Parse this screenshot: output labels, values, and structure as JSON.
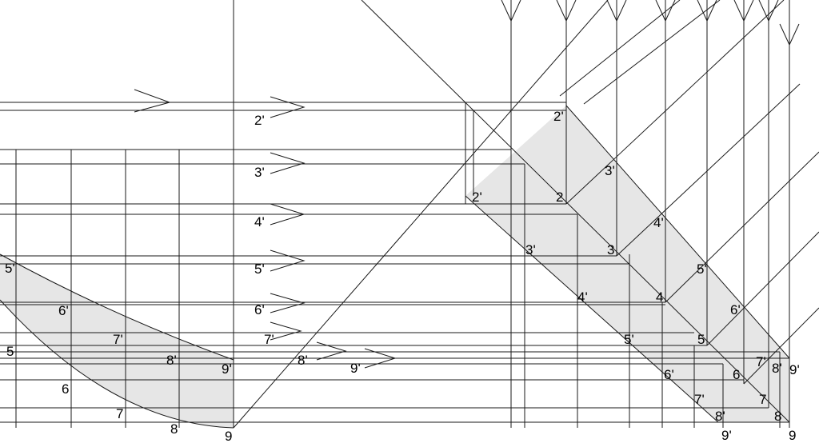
{
  "colors": {
    "line": "#1a1a1a",
    "shade": "#e6e6e6",
    "background": "#ffffff",
    "text": "#000000"
  },
  "labels": {
    "left_2p": "2'",
    "left_3p": "3'",
    "left_4p": "4'",
    "left_5p": "5'",
    "left_6p": "6'",
    "left_7p": "7'",
    "left_8p": "8'",
    "left_9p": "9'",
    "curve_5p": "5'",
    "curve_6p": "6'",
    "curve_7p": "7'",
    "curve_8p": "8'",
    "curve_9p": "9'",
    "curve_5": "5",
    "curve_6": "6",
    "curve_7": "7",
    "curve_8": "8",
    "curve_9": "9",
    "band_outer_2p": "2'",
    "band_outer_3p": "3'",
    "band_outer_4p": "4'",
    "band_outer_5p": "5'",
    "band_outer_6p": "6'",
    "band_outer_7p": "7'",
    "band_outer_8p": "8'",
    "band_outer_9p": "9'",
    "band_mid_2": "2",
    "band_mid_3": "3",
    "band_mid_4": "4",
    "band_mid_5": "5",
    "band_mid_6": "6",
    "band_mid_7": "7",
    "band_mid_8": "8",
    "band_mid_9": "9",
    "band_inner_2p": "2'",
    "band_inner_3p": "3'",
    "band_inner_4p": "4'",
    "band_inner_5p": "5'",
    "band_inner_6p": "6'",
    "band_inner_7p": "7'",
    "band_inner_8p": "8'",
    "band_inner_9p": "9'"
  }
}
